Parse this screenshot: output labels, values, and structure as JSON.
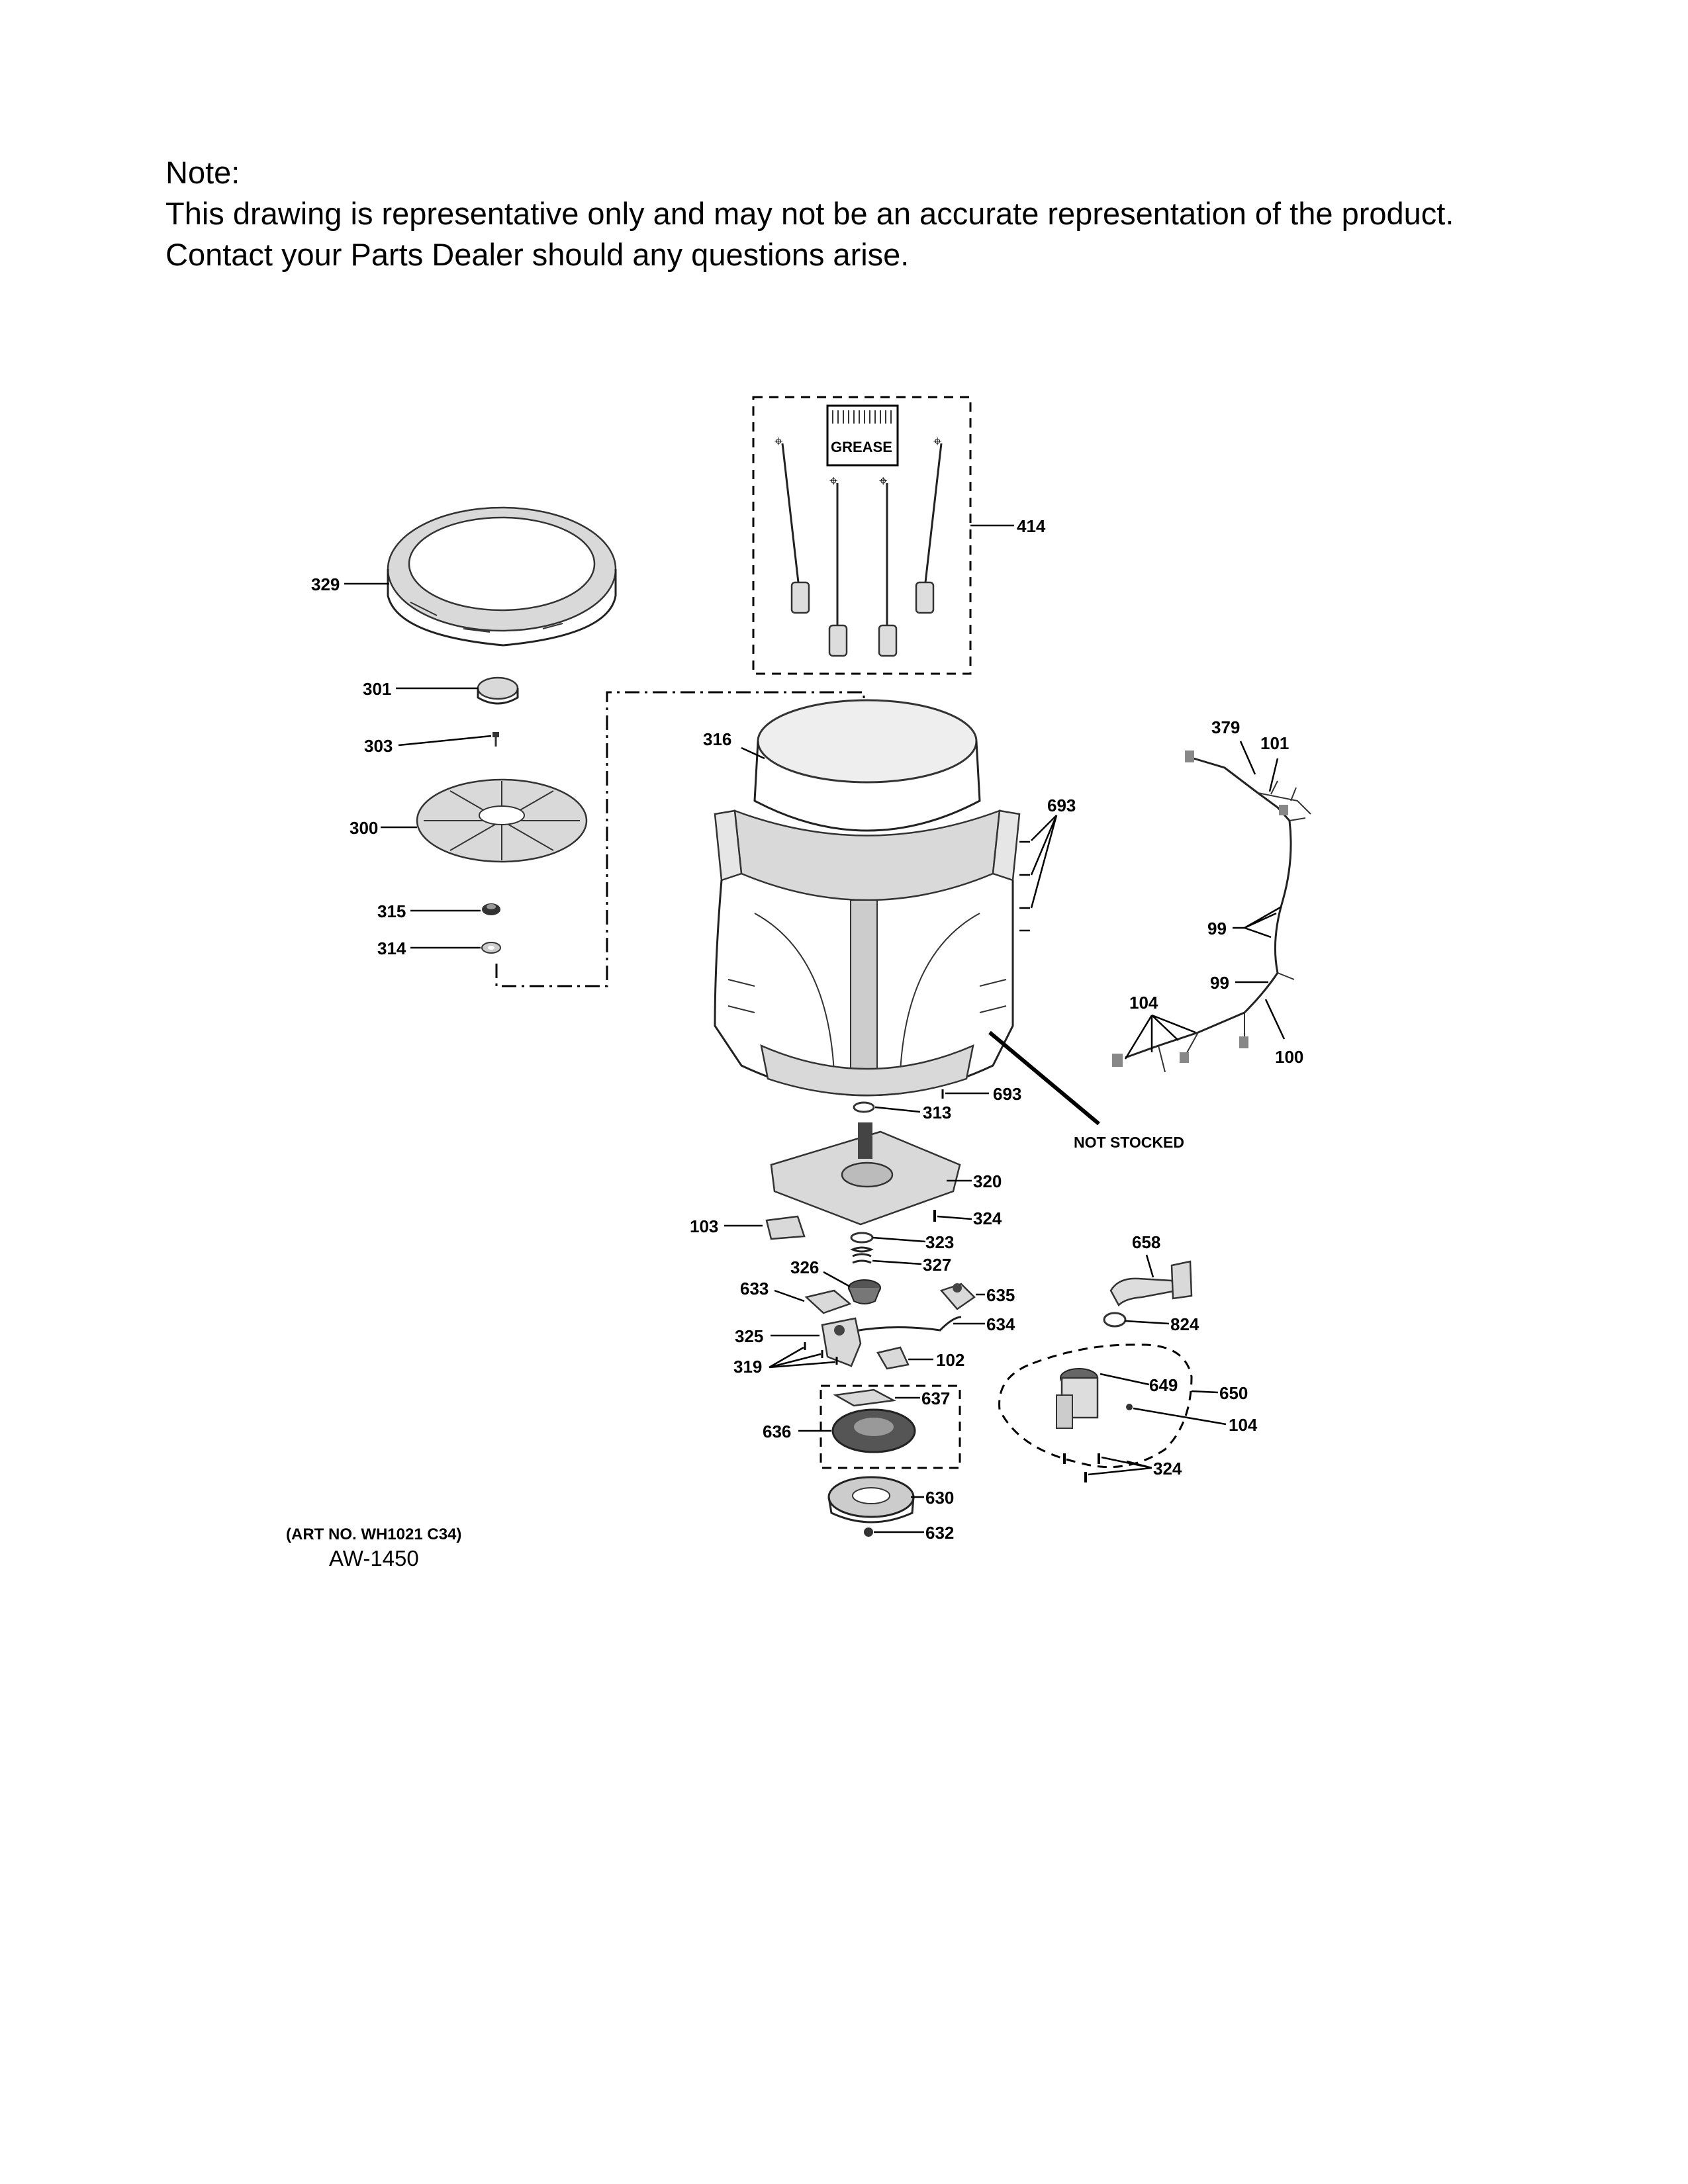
{
  "note": {
    "heading": "Note:",
    "line1": "This drawing is representative only and may not be an accurate representation of the product.",
    "line2": "Contact your Parts Dealer should any questions arise."
  },
  "kit_label": "GREASE",
  "not_stocked": "NOT STOCKED",
  "callouts": {
    "c329": "329",
    "c301": "301",
    "c303": "303",
    "c300": "300",
    "c315": "315",
    "c314": "314",
    "c414": "414",
    "c316": "316",
    "c693a": "693",
    "c693b": "693",
    "c313": "313",
    "c379": "379",
    "c101": "101",
    "c99a": "99",
    "c99b": "99",
    "c104a": "104",
    "c100": "100",
    "c320": "320",
    "c324a": "324",
    "c103": "103",
    "c323": "323",
    "c327": "327",
    "c326": "326",
    "c633": "633",
    "c635": "635",
    "c634": "634",
    "c325": "325",
    "c319": "319",
    "c102": "102",
    "c637": "637",
    "c636": "636",
    "c630": "630",
    "c632": "632",
    "c658": "658",
    "c824": "824",
    "c649": "649",
    "c650": "650",
    "c104b": "104",
    "c324b": "324"
  },
  "art_no": "(ART NO. WH1021 C34)",
  "drawing_id": "AW-1450"
}
